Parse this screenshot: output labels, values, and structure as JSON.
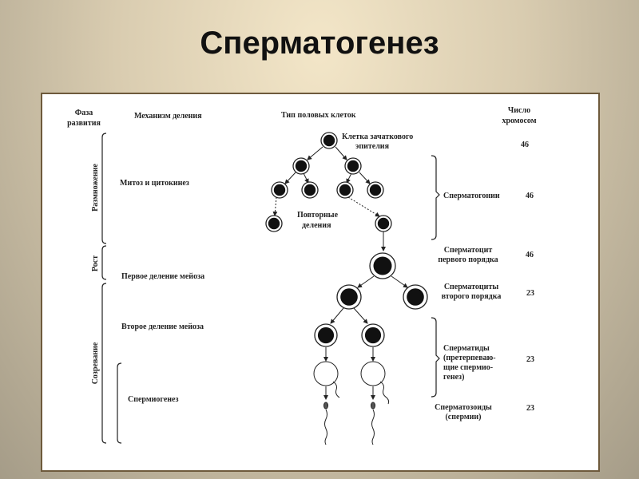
{
  "title": "Сперматогенез",
  "headers": {
    "phase": [
      "Фаза",
      "развития"
    ],
    "mechanism": "Механизм деления",
    "cell_type": "Тип половых клеток",
    "chromosomes": [
      "Число",
      "хромосом"
    ]
  },
  "phases": {
    "reproduction": "Размножение",
    "growth": "Рост",
    "maturation": "Созревание"
  },
  "mechanisms": {
    "mitosis": "Митоз и цитокинез",
    "meiosis1": "Первое деление мейоза",
    "meiosis2": "Второе деление мейоза",
    "spermiogenesis": "Спермиогенез"
  },
  "cells": {
    "germinal": [
      "Клетка зачаткового",
      "эпителия"
    ],
    "repeated": [
      "Повторные",
      "деления"
    ],
    "spermatogonia": "Сперматогонии",
    "primary": [
      "Сперматоцит",
      "первого порядка"
    ],
    "secondary": [
      "Сперматоциты",
      "второго порядка"
    ],
    "spermatids": [
      "Сперматиды",
      "(претерпеваю-",
      "щие спермио-",
      "генез)"
    ],
    "spermatozoa": [
      "Сперматозоиды",
      "(спермии)"
    ]
  },
  "chromosome_counts": {
    "germinal": "46",
    "spermatogonia": "46",
    "primary": "46",
    "secondary": "23",
    "spermatids": "23",
    "spermatozoa": "23"
  }
}
